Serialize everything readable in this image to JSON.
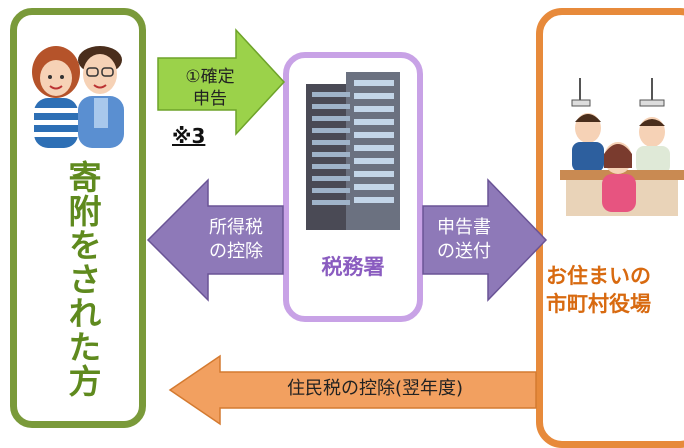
{
  "donor": {
    "label": "寄附をされた方"
  },
  "tax_office": {
    "label": "税務署"
  },
  "city_hall": {
    "label_line1": "お住まいの",
    "label_line2": "市町村役場"
  },
  "arrows": {
    "declaration": {
      "line1": "①確定",
      "line2": "申告",
      "note": "※3"
    },
    "income_tax": {
      "line1": "所得税",
      "line2": "の控除"
    },
    "send_return": {
      "line1": "申告書",
      "line2": "の送付"
    },
    "resident_tax": {
      "label": "住民税の控除(翌年度)"
    }
  },
  "colors": {
    "green_border": "#7a9a3a",
    "purple_border": "#c8a2e6",
    "orange_border": "#e78a3b",
    "arrow_green": "#9bd24a",
    "arrow_purple": "#8e79b8",
    "arrow_orange": "#f2a060"
  }
}
